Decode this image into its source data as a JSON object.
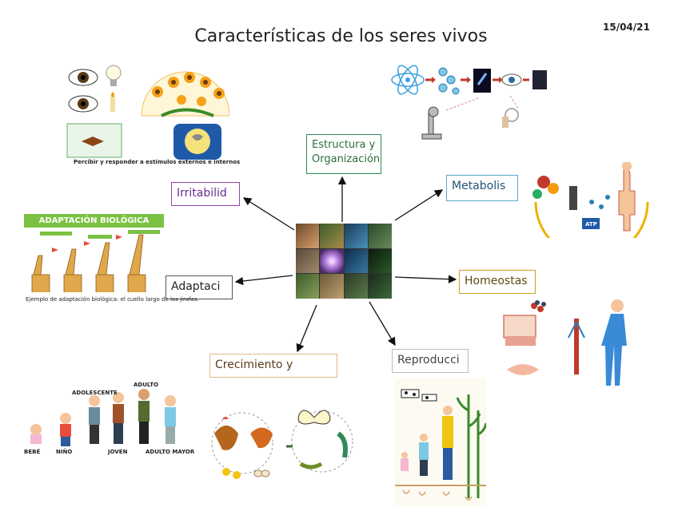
{
  "title": "Características de los seres vivos",
  "date": "15/04/21",
  "nodes": {
    "estructura": "Estructura y Organización",
    "irritabilidad": "Irritabilid",
    "metabolismo": "Metabolis",
    "adaptacion": "Adaptaci",
    "homeostasis": "Homeostas",
    "crecimiento": "Crecimiento y",
    "reproduccion": "Reproducci"
  },
  "illustrations": {
    "irritability_caption": "Percibir y responder a estímulos externos e internos",
    "adaptation_banner": "ADAPTACIÓN BIOLÓGICA",
    "adaptation_caption": "Ejemplo de adaptación biológica: el cuello largo de las jirafas.",
    "metabolism_atp": "ATP",
    "growth_labels": {
      "bebe": "BEBÉ",
      "nino": "NIÑO",
      "adolescente": "ADOLESCENTE",
      "joven": "JOVEN",
      "adulto": "ADULTO",
      "adulto_mayor": "ADULTO MAYOR"
    }
  },
  "colors": {
    "estructura": "#2e8b57",
    "irritabilidad": "#8e44ad",
    "metabolismo": "#5aa7c9",
    "homeostasis": "#c9a227",
    "crecimiento": "#e3b98a",
    "reproduccion": "#bbbbbb"
  }
}
